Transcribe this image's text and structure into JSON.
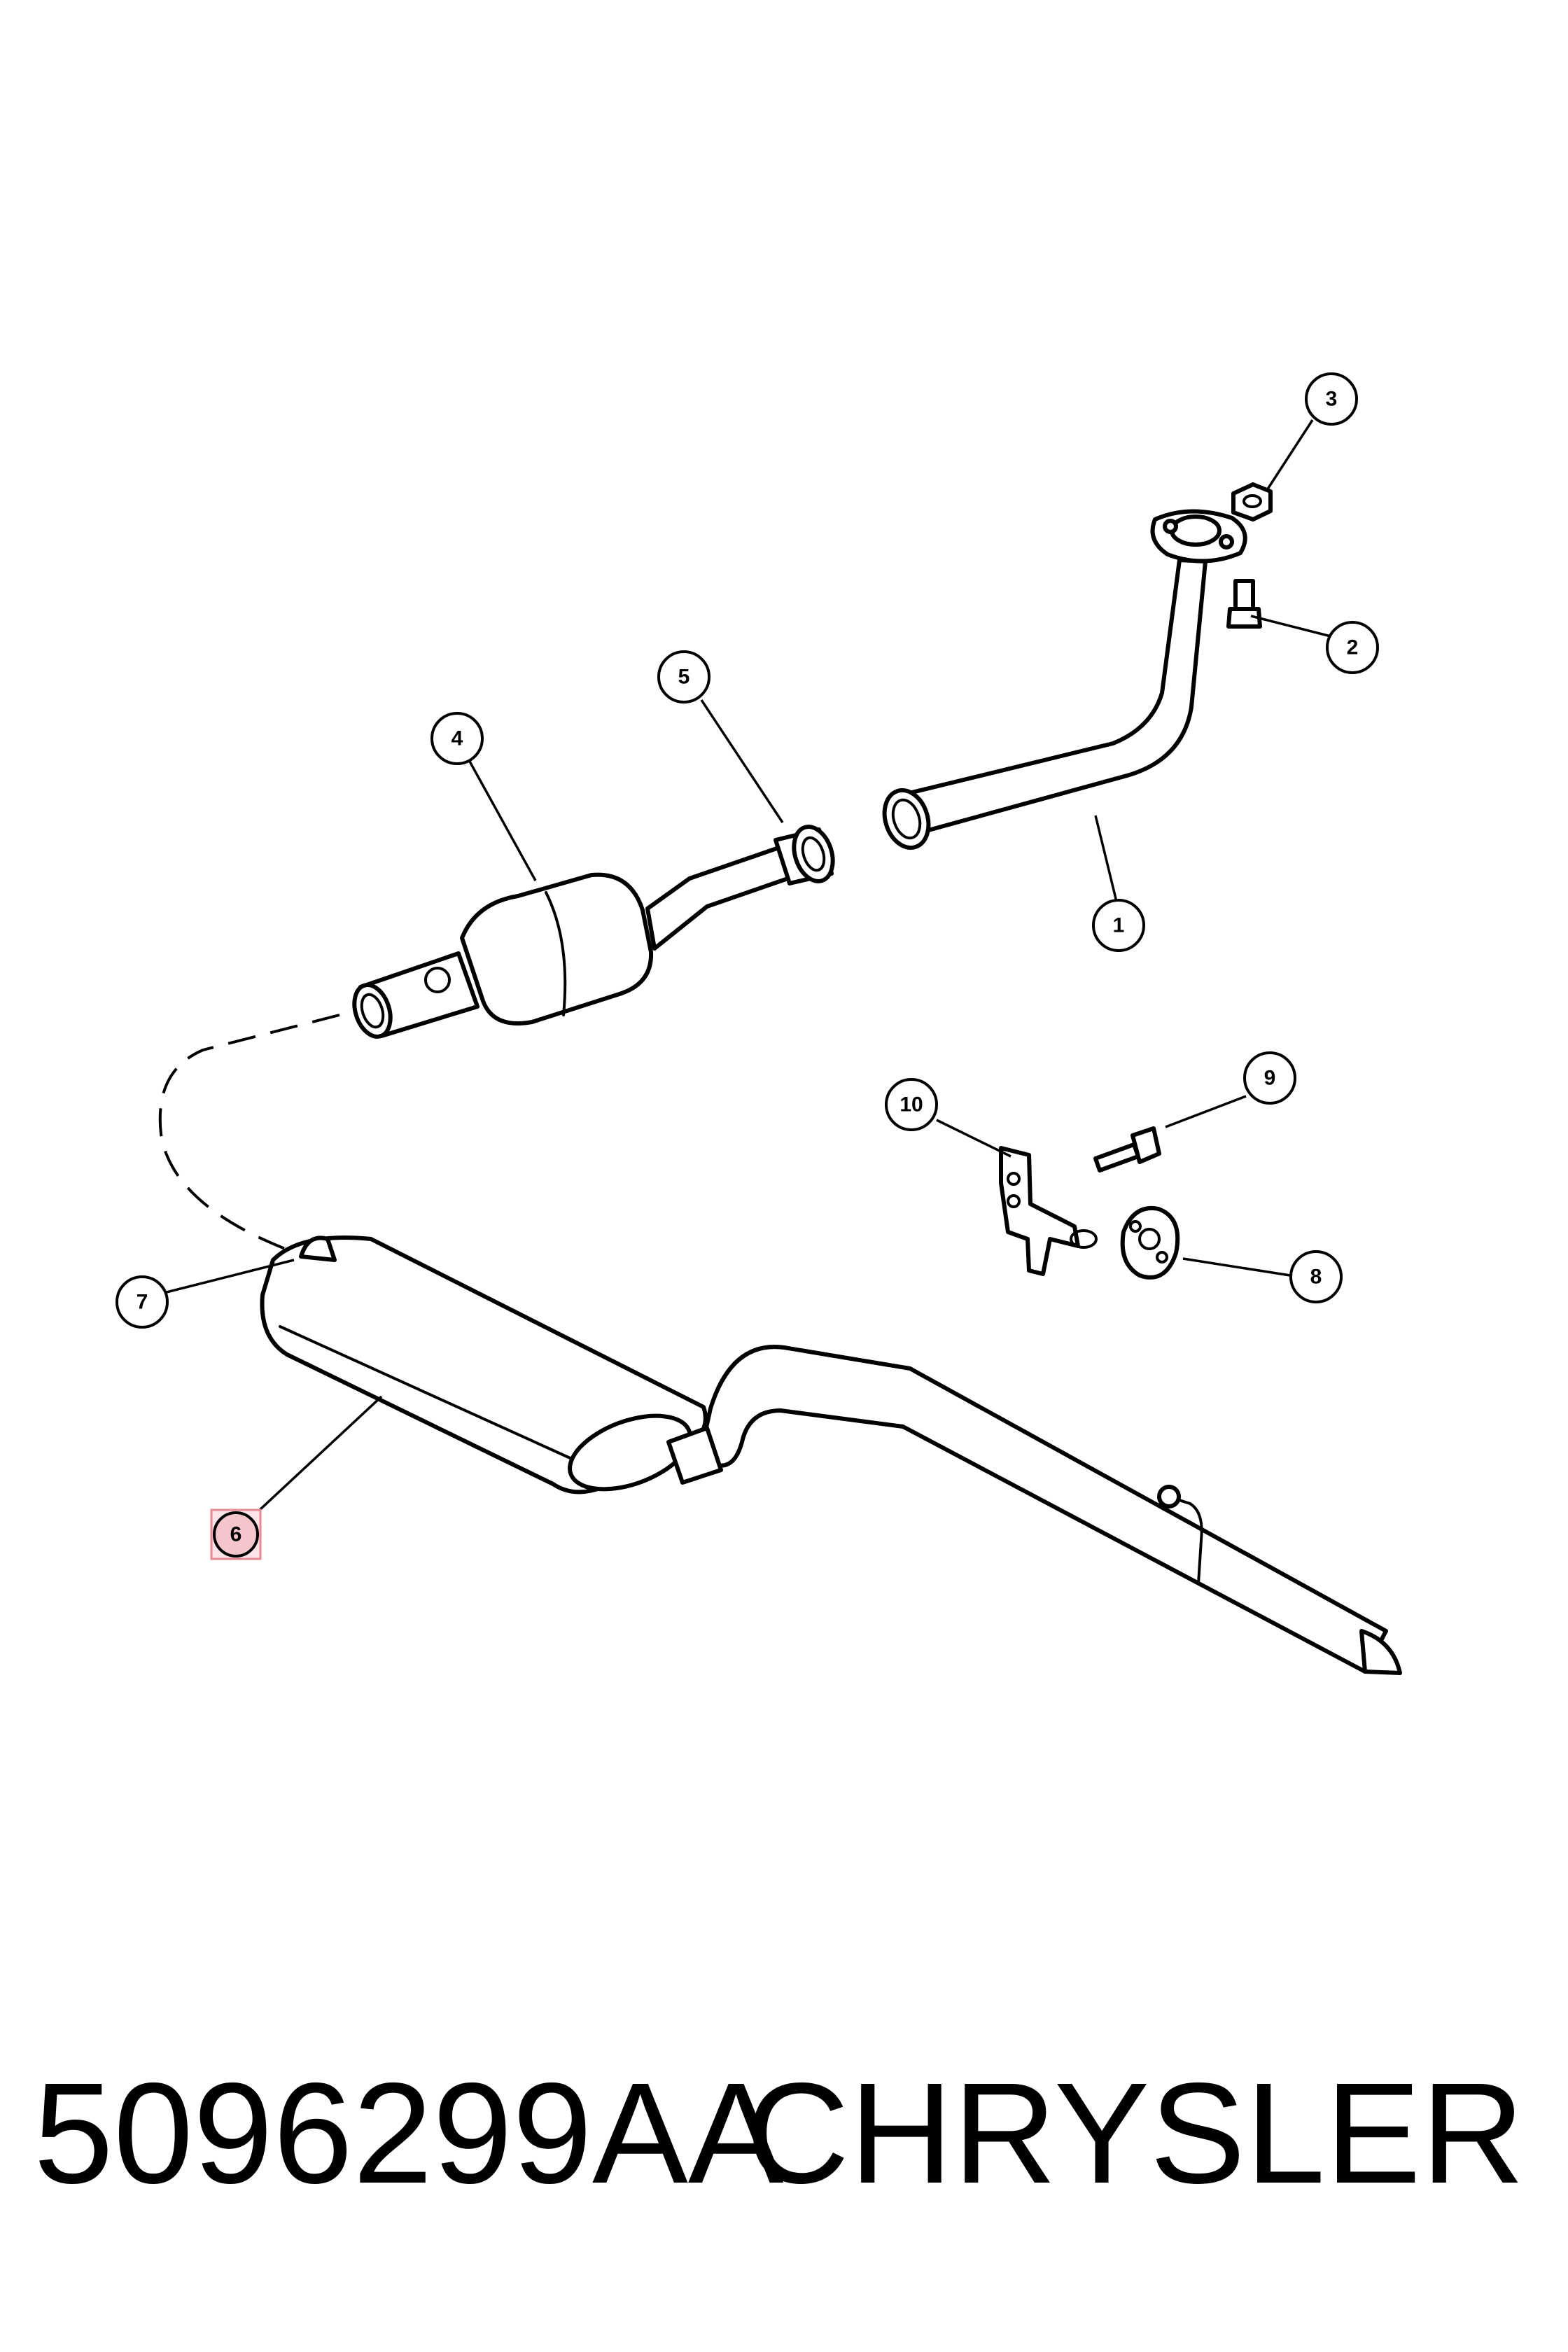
{
  "footer": {
    "part_number": "5096299AA",
    "brand": "CHRYSLER"
  },
  "callouts": [
    "1",
    "2",
    "3",
    "4",
    "5",
    "6",
    "7",
    "8",
    "9",
    "10"
  ],
  "highlight": {
    "callout": "6",
    "color": "#e58a95"
  },
  "colors": {
    "line": "#000000",
    "background": "#ffffff"
  }
}
